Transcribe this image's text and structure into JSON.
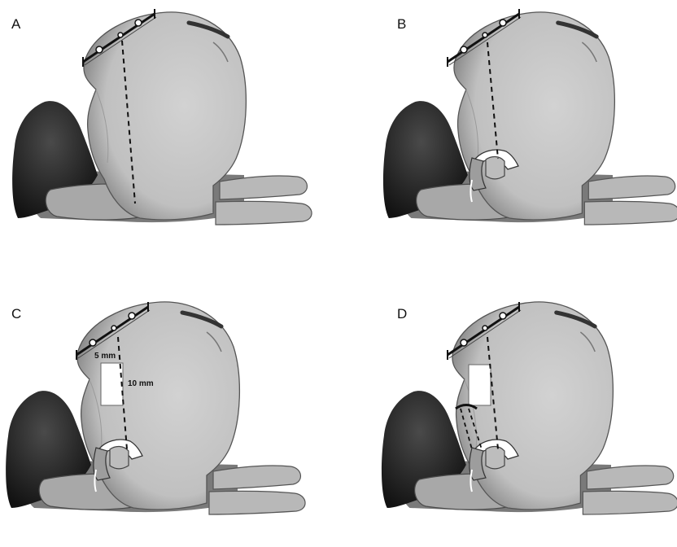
{
  "panels": [
    {
      "label": "A"
    },
    {
      "label": "B"
    },
    {
      "label": "C",
      "measurements": {
        "width": "5 mm",
        "height": "10 mm"
      }
    },
    {
      "label": "D"
    }
  ],
  "colors": {
    "scapula": "#c4c4c4",
    "shadow": "#1c1c1c",
    "outline": "#555555",
    "line": "#111111"
  }
}
